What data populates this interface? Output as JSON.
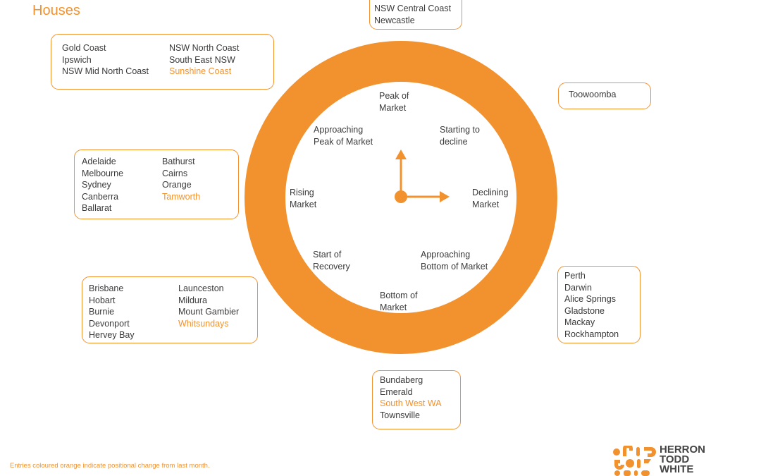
{
  "title": "Houses",
  "clock": {
    "phases": {
      "peak": [
        "Peak of",
        "Market"
      ],
      "approaching_peak": [
        "Approaching",
        "Peak of Market"
      ],
      "starting_decline": [
        "Starting to",
        "decline"
      ],
      "declining": [
        "Declining",
        "Market"
      ],
      "approaching_bottom": [
        "Approaching",
        "Bottom of Market"
      ],
      "bottom": [
        "Bottom of",
        "Market"
      ],
      "start_recovery": [
        "Start of",
        "Recovery"
      ],
      "rising": [
        "Rising",
        "Market"
      ]
    },
    "ring_color": "#f2922e"
  },
  "groups": {
    "central_coast": {
      "left": [
        {
          "name": "NSW Central Coast",
          "changed": false
        },
        {
          "name": "Newcastle",
          "changed": false
        }
      ]
    },
    "toowoomba": {
      "left": [
        {
          "name": "Toowoomba",
          "changed": false
        }
      ]
    },
    "gold_coast": {
      "left": [
        {
          "name": "Gold Coast",
          "changed": false
        },
        {
          "name": "Ipswich",
          "changed": false
        },
        {
          "name": "NSW Mid North Coast",
          "changed": false
        }
      ],
      "right": [
        {
          "name": "NSW North Coast",
          "changed": false
        },
        {
          "name": "South East NSW",
          "changed": false
        },
        {
          "name": "Sunshine Coast",
          "changed": true
        }
      ]
    },
    "adelaide": {
      "left": [
        {
          "name": "Adelaide",
          "changed": false
        },
        {
          "name": "Melbourne",
          "changed": false
        },
        {
          "name": "Sydney",
          "changed": false
        },
        {
          "name": "Canberra",
          "changed": false
        },
        {
          "name": "Ballarat",
          "changed": false
        }
      ],
      "right": [
        {
          "name": "Bathurst",
          "changed": false
        },
        {
          "name": "Cairns",
          "changed": false
        },
        {
          "name": "Orange",
          "changed": false
        },
        {
          "name": "Tamworth",
          "changed": true
        }
      ]
    },
    "brisbane": {
      "left": [
        {
          "name": "Brisbane",
          "changed": false
        },
        {
          "name": "Hobart",
          "changed": false
        },
        {
          "name": "Burnie",
          "changed": false
        },
        {
          "name": "Devonport",
          "changed": false
        },
        {
          "name": "Hervey Bay",
          "changed": false
        }
      ],
      "right": [
        {
          "name": "Launceston",
          "changed": false
        },
        {
          "name": "Mildura",
          "changed": false
        },
        {
          "name": "Mount Gambier",
          "changed": false
        },
        {
          "name": "Whitsundays",
          "changed": true
        }
      ]
    },
    "bundaberg": {
      "left": [
        {
          "name": "Bundaberg",
          "changed": false
        },
        {
          "name": "Emerald",
          "changed": false
        },
        {
          "name": "South West WA",
          "changed": true
        },
        {
          "name": "Townsville",
          "changed": false
        }
      ]
    },
    "perth": {
      "left": [
        {
          "name": "Perth",
          "changed": false
        },
        {
          "name": "Darwin",
          "changed": false
        },
        {
          "name": "Alice Springs",
          "changed": false
        },
        {
          "name": "Gladstone",
          "changed": false
        },
        {
          "name": "Mackay",
          "changed": false
        },
        {
          "name": "Rockhampton",
          "changed": false
        }
      ]
    }
  },
  "footnote": "Entries coloured orange indicate positional change from last month.",
  "logo": {
    "lines": [
      "HERRON",
      "TODD",
      "WHITE"
    ]
  },
  "colors": {
    "accent": "#f2922e",
    "text": "#3a3a3a"
  }
}
